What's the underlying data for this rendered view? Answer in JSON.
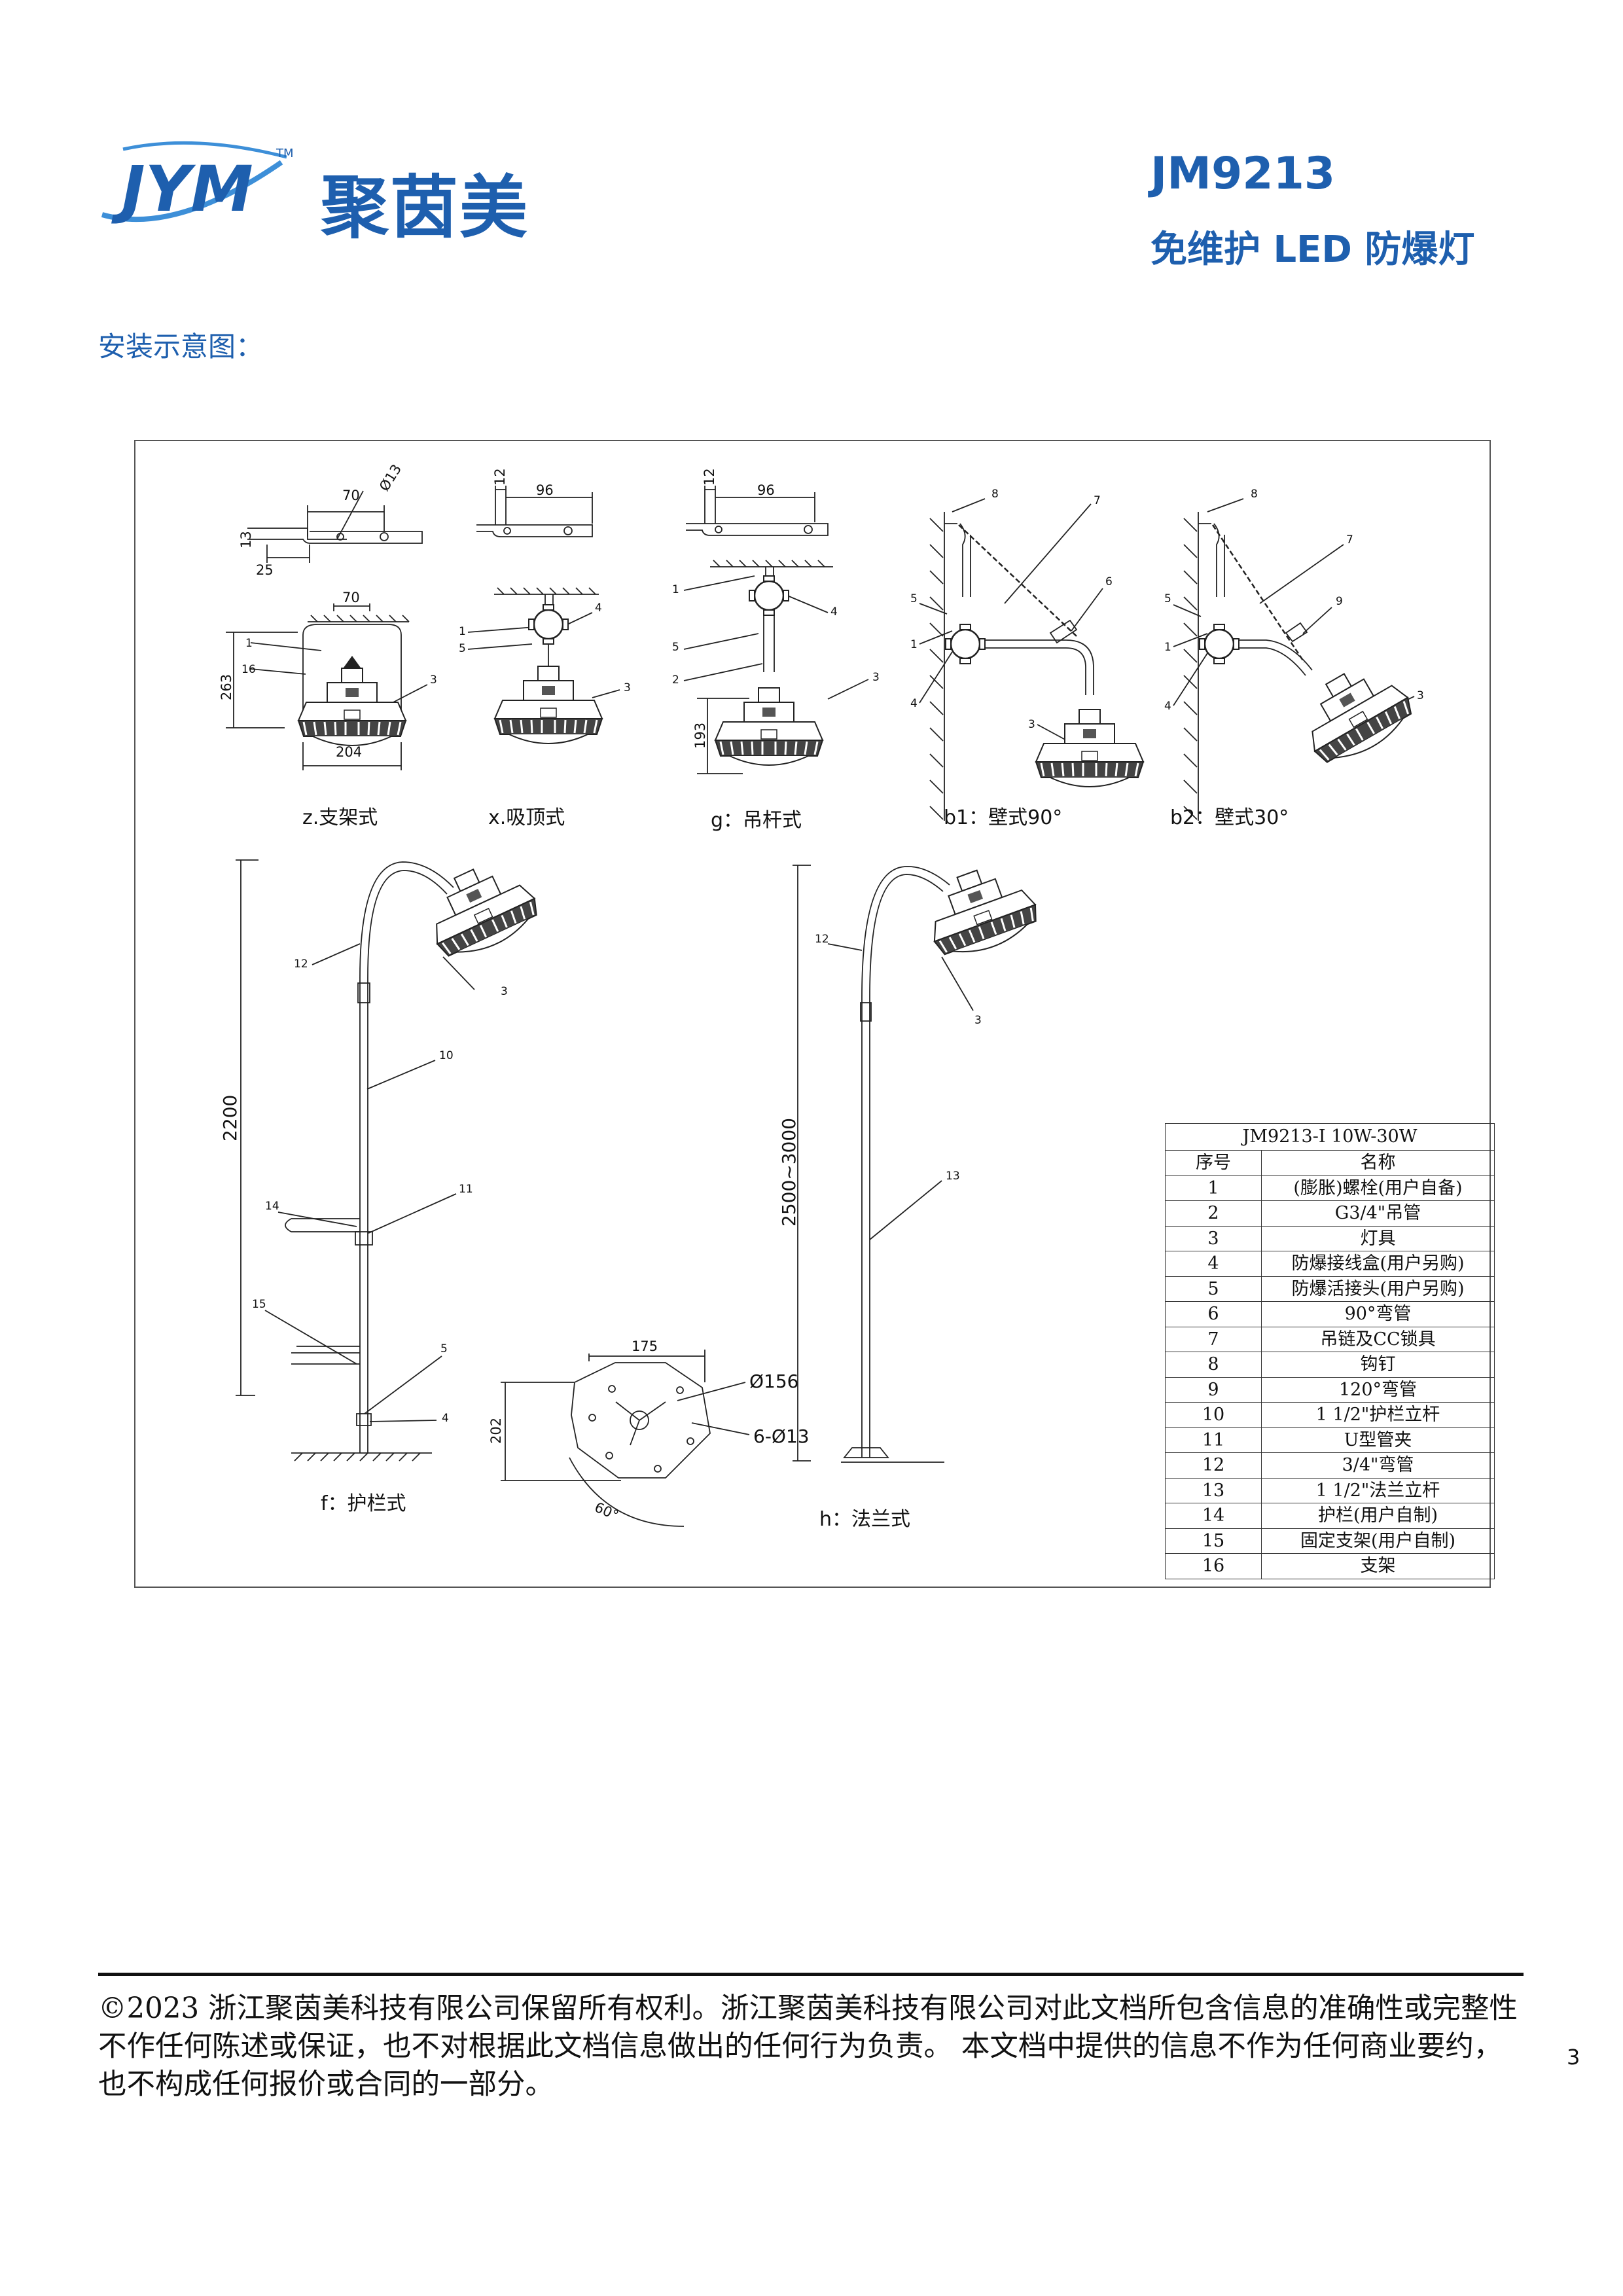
{
  "header": {
    "logo_mark": "JYM",
    "logo_tm": "TM",
    "brand_name": "聚茵美",
    "model": "JM9213",
    "product_name": "免维护 LED 防爆灯"
  },
  "section_title": "安装示意图：",
  "figures": {
    "z": {
      "caption": "z.支架式",
      "dims": [
        "70",
        "Ø13",
        "25",
        "13",
        "70",
        "263",
        "204"
      ],
      "callouts": [
        "1",
        "16",
        "3"
      ]
    },
    "x": {
      "caption": "x.吸顶式",
      "dims": [
        "12",
        "96"
      ],
      "callouts": [
        "1",
        "5",
        "4",
        "3"
      ]
    },
    "g": {
      "caption": "g：吊杆式",
      "dims": [
        "12",
        "96",
        "193"
      ],
      "callouts": [
        "1",
        "5",
        "2",
        "4",
        "3"
      ]
    },
    "b1": {
      "caption": "b1：壁式90°",
      "callouts": [
        "8",
        "7",
        "6",
        "5",
        "1",
        "4",
        "3"
      ]
    },
    "b2": {
      "caption": "b2：壁式30°",
      "callouts": [
        "8",
        "7",
        "9",
        "5",
        "1",
        "4",
        "3"
      ]
    },
    "f": {
      "caption": "f：护栏式",
      "dims": [
        "2200"
      ],
      "callouts": [
        "12",
        "3",
        "10",
        "14",
        "11",
        "15",
        "5",
        "4"
      ]
    },
    "base": {
      "dims": [
        "175",
        "202",
        "Ø156",
        "6-Ø13",
        "60°"
      ]
    },
    "h": {
      "caption": "h：法兰式",
      "dims": [
        "2500~3000"
      ],
      "callouts": [
        "12",
        "3",
        "13"
      ]
    }
  },
  "parts_table": {
    "title": "JM9213-I 10W-30W",
    "headers": [
      "序号",
      "名称"
    ],
    "rows": [
      [
        "1",
        "(膨胀)螺栓(用户自备)"
      ],
      [
        "2",
        "G3/4\"吊管"
      ],
      [
        "3",
        "灯具"
      ],
      [
        "4",
        "防爆接线盒(用户另购)"
      ],
      [
        "5",
        "防爆活接头(用户另购)"
      ],
      [
        "6",
        "90°弯管"
      ],
      [
        "7",
        "吊链及CC锁具"
      ],
      [
        "8",
        "钩钉"
      ],
      [
        "9",
        "120°弯管"
      ],
      [
        "10",
        "1 1/2\"护栏立杆"
      ],
      [
        "11",
        "U型管夹"
      ],
      [
        "12",
        "3/4\"弯管"
      ],
      [
        "13",
        "1 1/2\"法兰立杆"
      ],
      [
        "14",
        "护栏(用户自制)"
      ],
      [
        "15",
        "固定支架(用户自制)"
      ],
      [
        "16",
        "支架"
      ]
    ]
  },
  "footer": {
    "copyright": "©2023 浙江聚茵美科技有限公司保留所有权利。浙江聚茵美科技有限公司对此文档所包含信息的准确性或完整性不作任何陈述或保证，也不对根据此文档信息做出的任何行为负责。 本文档中提供的信息不作为任何商业要约，也不构成任何报价或合同的一部分。",
    "page_number": "3"
  },
  "colors": {
    "brand_blue": "#1e5fae",
    "logo_light_blue": "#3d8fd8",
    "line": "#222222"
  }
}
